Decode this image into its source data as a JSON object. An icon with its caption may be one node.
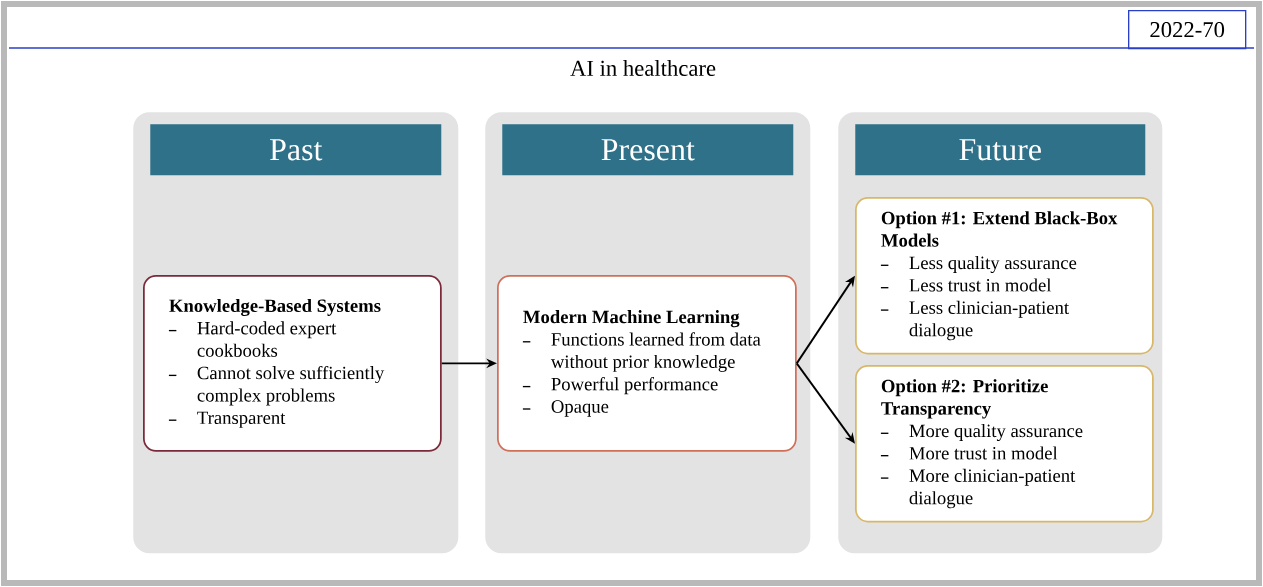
{
  "diagram": {
    "title": "AI in healthcare",
    "nodes": [
      {
        "text": [
          "Past"
        ]
      },
      {
        "text": [
          "Knowledge-Based Systems",
          "Hard-coded expert cookbooks",
          "Cannot solve sufficiently complex problems",
          "Transparent"
        ],
        "in": 0
      },
      {
        "text": [
          "Present"
        ]
      },
      {
        "text": [
          "Modern Machine Learning",
          "Functions learned from data without prior knowledge",
          "Powerful performance",
          "Opaque"
        ],
        "in": 2
      },
      {
        "text": [
          "Future"
        ]
      },
      {
        "text": [
          "Option #1: Extend Black-Box Models",
          "Less quality assurance",
          "Less trust in model",
          "Less clinician-patient dialogue"
        ],
        "in": 4
      },
      {
        "text": [
          "Option #2: Prioritize Transparency",
          "More quality assurance",
          "More trust in model",
          "More clinician-patient dialogue"
        ],
        "in": 4
      }
    ],
    "edges": [
      {
        "from": 1,
        "to": 3,
        "arrow": "to"
      },
      {
        "from": 3,
        "to": 5,
        "arrow": "to"
      },
      {
        "from": 3,
        "to": 6,
        "arrow": "to"
      }
    ],
    "labels": [
      "2022-70"
    ]
  }
}
